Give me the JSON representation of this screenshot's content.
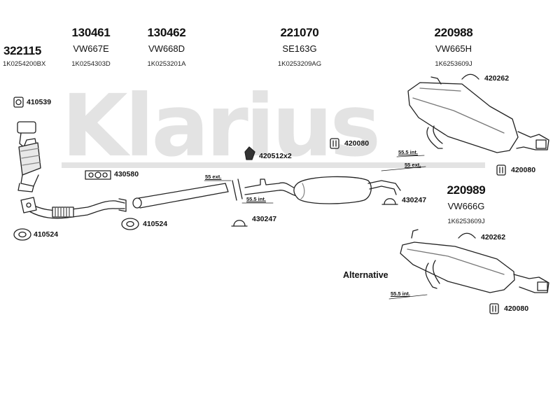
{
  "watermark": "Klarius",
  "heading": [
    {
      "part": "322115",
      "code": "",
      "ref": "1K0254200BX"
    },
    {
      "part": "130461",
      "code": "VW667E",
      "ref": "1K0254303D"
    },
    {
      "part": "130462",
      "code": "VW668D",
      "ref": "1K0253201A"
    },
    {
      "part": "221070",
      "code": "SE163G",
      "ref": "1K0253209AG"
    },
    {
      "part": "220988",
      "code": "VW665H",
      "ref": "1K6253609J"
    },
    {
      "part": "220989",
      "code": "VW666G",
      "ref": "1K6253609J"
    }
  ],
  "labels": {
    "l410539": "410539",
    "l430580": "430580",
    "l410524a": "410524",
    "l410524b": "410524",
    "l420512": "420512x2",
    "l420080a": "420080",
    "l420080b": "420080",
    "l420080c": "420080",
    "l420262a": "420262",
    "l420262b": "420262",
    "l430247a": "430247",
    "l430247b": "430247"
  },
  "dimensions": {
    "d55ext_a": "55 ext.",
    "d55int_a": "55.5 int.",
    "d55int_b": "55.5 int.",
    "d55ext_b": "55 ext.",
    "d55int_c": "55.5 int."
  },
  "alternative": "Alternative",
  "colors": {
    "line": "#222222",
    "fill": "#ffffff",
    "shade": "#bdbdbd",
    "watermark": "#e3e3e3"
  }
}
